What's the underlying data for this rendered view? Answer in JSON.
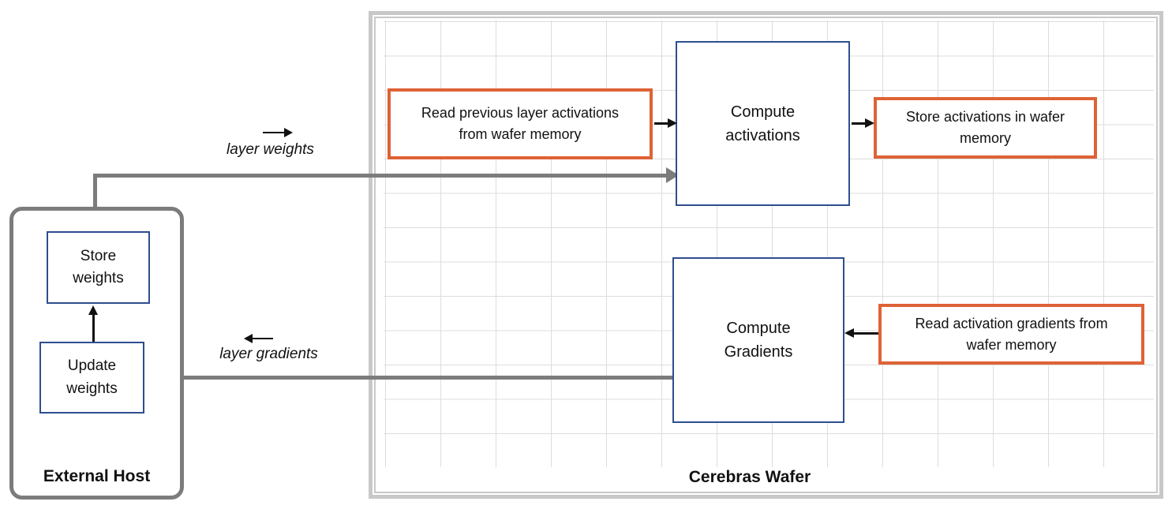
{
  "colors": {
    "orange": "#DF6236",
    "blue": "#2E4E8E",
    "gray": "#7C7C7C",
    "grid": "#DDDDDD",
    "frame": "#C8C8C8",
    "black": "#111111"
  },
  "external_host": {
    "title": "External Host",
    "store_weights": "Store weights",
    "update_weights": "Update weights"
  },
  "wafer": {
    "title": "Cerebras Wafer",
    "read_activations": "Read previous layer activations from wafer memory",
    "compute_activations": "Compute activations",
    "store_activations": "Store activations in wafer memory",
    "compute_gradients": "Compute Gradients",
    "read_gradients": "Read activation gradients from wafer memory"
  },
  "flows": {
    "layer_weights": "layer weights",
    "layer_gradients": "layer gradients"
  }
}
